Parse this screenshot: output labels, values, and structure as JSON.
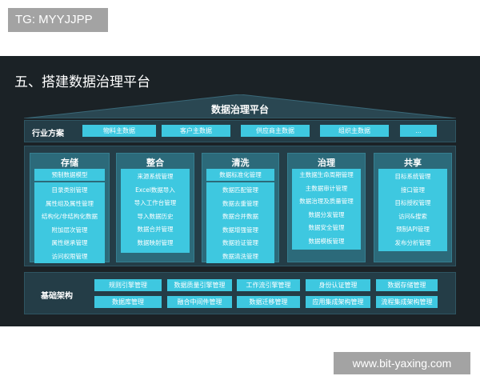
{
  "tag": "TG: MYYJJPP",
  "watermark": "www.bit-yaxing.com",
  "page_title": "五、搭建数据治理平台",
  "platform_title": "数据治理平台",
  "industry": {
    "label": "行业方案",
    "items": [
      "物料主数据",
      "客户主数据",
      "供应商主数据",
      "组织主数据",
      "..."
    ]
  },
  "columns": [
    {
      "title": "存储",
      "top": "预制数据模型",
      "items": [
        "目录类别管理",
        "属性组及属性管理",
        "结构化/非结构化数据",
        "附加层次管理",
        "属性继承管理",
        "访问权限管理"
      ]
    },
    {
      "title": "整合",
      "items": [
        "来源系统管理",
        "Excel数据导入",
        "导入工作台管理",
        "导入数据历史",
        "数据合并管理",
        "数据映射管理"
      ]
    },
    {
      "title": "清洗",
      "top": "数据标准化管理",
      "items": [
        "数据匹配管理",
        "数据去重管理",
        "数据合并数据",
        "数据增强管理",
        "数据验证管理",
        "数据清洗管理"
      ]
    },
    {
      "title": "治理",
      "items": [
        "主数据生命周期管理",
        "主数据审计管理",
        "数据治理及质量管理",
        "数据分发管理",
        "数据安全管理",
        "数据模板管理"
      ]
    },
    {
      "title": "共享",
      "items": [
        "目标系统管理",
        "接口管理",
        "目标授权管理",
        "访问&搜索",
        "预制API管理",
        "发布分析管理"
      ]
    }
  ],
  "infrastructure": {
    "label": "基础架构",
    "row1": [
      "规则引擎管理",
      "数据质量引擎管理",
      "工作流引擎管理",
      "身份认证管理",
      "数据存储管理"
    ],
    "row2": [
      "数据库管理",
      "融合中间件管理",
      "数据迁移管理",
      "应用集成架构管理",
      "流程集成架构管理"
    ]
  },
  "colors": {
    "panel": "#1b2226",
    "section": "#243d47",
    "column": "#2c6a7a",
    "accent": "#3ec8e0"
  }
}
